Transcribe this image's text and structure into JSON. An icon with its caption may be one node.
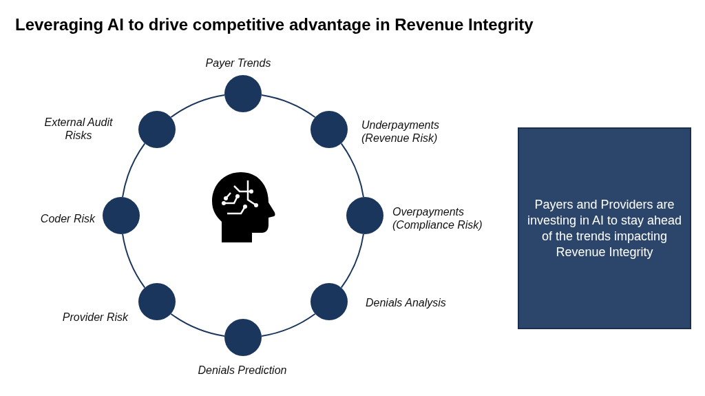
{
  "diagram": {
    "title": "Leveraging AI to drive competitive advantage in Revenue Integrity",
    "nodes": [
      {
        "text": [],
        "shape": "circle",
        "beside": [
          "Payer Trends"
        ]
      },
      {
        "text": [],
        "shape": "circle",
        "beside": [
          "Underpayments (Revenue Risk)"
        ]
      },
      {
        "text": [],
        "shape": "circle",
        "beside": [
          "Overpayments (Compliance Risk)"
        ]
      },
      {
        "text": [],
        "shape": "circle",
        "beside": [
          "Denials Analysis"
        ]
      },
      {
        "text": [],
        "shape": "circle",
        "beside": [
          "Denials Prediction"
        ]
      },
      {
        "text": [],
        "shape": "circle",
        "beside": [
          "Provider Risk"
        ]
      },
      {
        "text": [],
        "shape": "circle",
        "beside": [
          "Coder Risk"
        ]
      },
      {
        "text": [],
        "shape": "circle",
        "beside": [
          "External Audit Risks"
        ]
      },
      {
        "text": [
          "Payers and Providers are investing in AI to stay ahead of the trends impacting Revenue Integrity"
        ]
      }
    ],
    "edges": [
      {
        "from": 0,
        "to": 1,
        "arrow": "none"
      },
      {
        "from": 1,
        "to": 2,
        "arrow": "none"
      },
      {
        "from": 2,
        "to": 3,
        "arrow": "none"
      },
      {
        "from": 3,
        "to": 4,
        "arrow": "none"
      },
      {
        "from": 4,
        "to": 5,
        "arrow": "none"
      },
      {
        "from": 5,
        "to": 6,
        "arrow": "none"
      },
      {
        "from": 6,
        "to": 7,
        "arrow": "none"
      },
      {
        "from": 7,
        "to": 0,
        "arrow": "none"
      }
    ]
  }
}
